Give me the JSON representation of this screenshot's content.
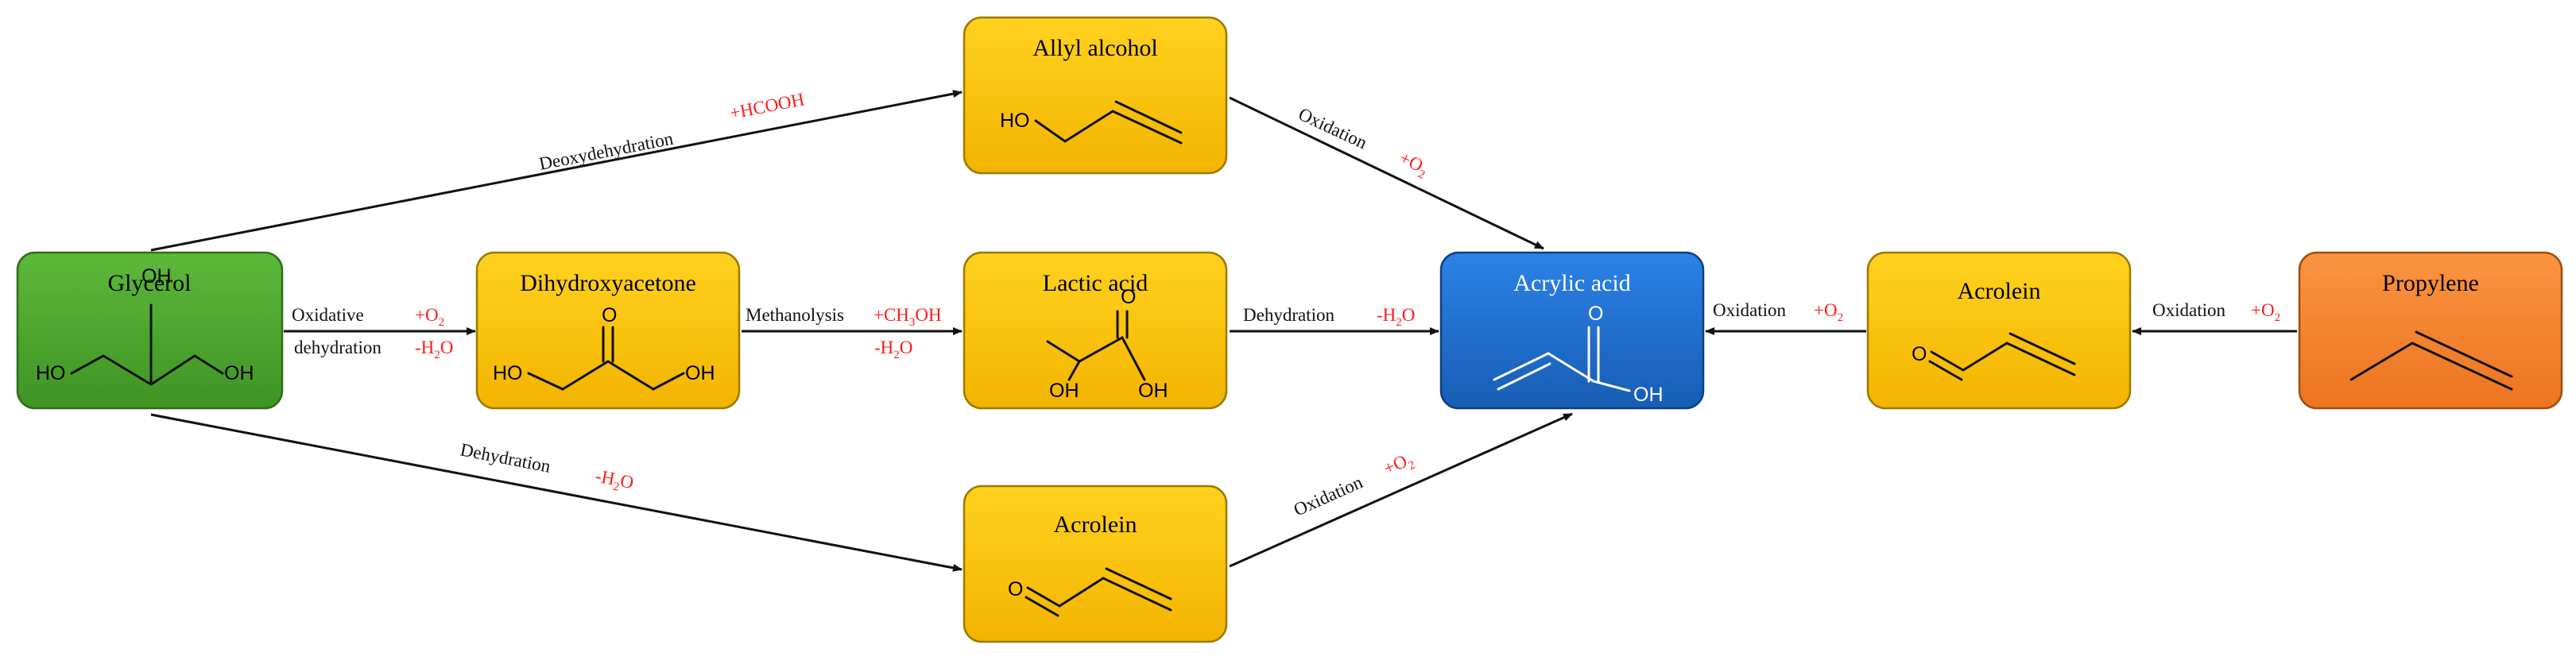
{
  "nodes": {
    "allyl_alcohol": {
      "title": "Allyl alcohol",
      "atoms": [
        "HO"
      ]
    },
    "glycerol": {
      "title": "Glycerol",
      "atoms": [
        "OH",
        "HO",
        "OH"
      ]
    },
    "dihydroxyacetone": {
      "title": "Dihydroxyacetone",
      "atoms": [
        "O",
        "HO",
        "OH"
      ]
    },
    "lactic_acid": {
      "title": "Lactic acid",
      "atoms": [
        "O",
        "OH",
        "OH"
      ]
    },
    "acrylic_acid": {
      "title": "Acrylic acid",
      "atoms": [
        "O",
        "OH"
      ]
    },
    "acrolein_right": {
      "title": "Acrolein",
      "atoms": [
        "O"
      ]
    },
    "propylene": {
      "title": "Propylene"
    },
    "acrolein_bottom": {
      "title": "Acrolein",
      "atoms": [
        "O"
      ]
    }
  },
  "edges": {
    "glycerol_to_allyl": {
      "label": "Deoxydehydration",
      "reagent": "+HCOOH"
    },
    "allyl_to_acrylic": {
      "label": "Oxidation",
      "reagent": "+O",
      "reagent_sub": "2"
    },
    "glycerol_to_dha": {
      "label_line1": "Oxidative",
      "label_line2": "dehydration",
      "reagent1": "+O",
      "reagent1_sub": "2",
      "reagent2": "-H",
      "reagent2_sub": "2",
      "reagent2_tail": "O"
    },
    "dha_to_lactic": {
      "label": "Methanolysis",
      "reagent1": "+CH",
      "reagent1_sub": "3",
      "reagent1_tail": "OH",
      "reagent2": "-H",
      "reagent2_sub": "2",
      "reagent2_tail": "O"
    },
    "lactic_to_acrylic": {
      "label": "Dehydration",
      "reagent": "-H",
      "reagent_sub": "2",
      "reagent_tail": "O"
    },
    "acrolein_to_acrylic": {
      "label": "Oxidation",
      "reagent": "+O",
      "reagent_sub": "2"
    },
    "propylene_to_acrolein": {
      "label": "Oxidation",
      "reagent": "+O",
      "reagent_sub": "2"
    },
    "glycerol_to_acrolein": {
      "label": "Dehydration",
      "reagent": "-H",
      "reagent_sub": "2",
      "reagent_tail": "O"
    },
    "acrolein_bottom_to_acrylic": {
      "label": "Oxidation",
      "reagent": "+O",
      "reagent_sub": "2"
    }
  },
  "colors": {
    "yellow": "#FFC000",
    "green": "#4EA72E",
    "blue": "#1F6FD1",
    "orange": "#F4842A",
    "reagent_red": "#FF1A1A"
  }
}
